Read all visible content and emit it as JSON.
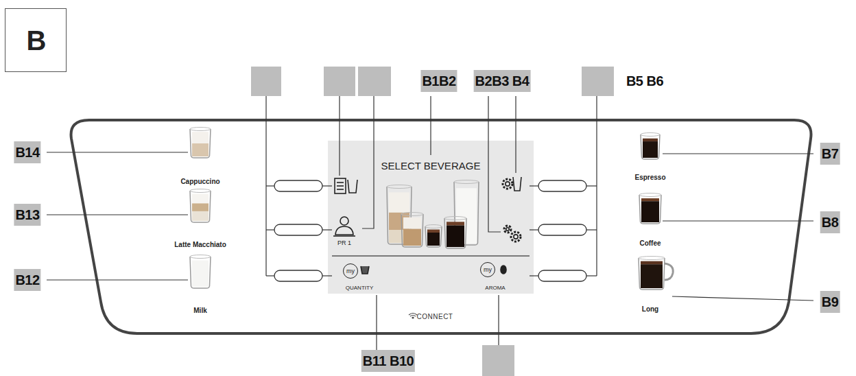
{
  "diagram": {
    "nodes": [
      {
        "text": [
          "B"
        ]
      },
      {
        "text": [
          "SELECT BEVERAGE",
          "PR 1",
          "QUANTITY",
          "AROMA"
        ]
      },
      {
        "text": [
          "my"
        ],
        "in": 1
      },
      {
        "text": [
          "my"
        ],
        "in": 1
      }
    ],
    "labels": [
      "B1B2",
      "B2B3 B4",
      "B5 B6",
      "B14",
      "B13",
      "B12",
      "B7",
      "B8",
      "B9",
      "B11 B10",
      "Cappuccino",
      "Latte Macchiato",
      "Milk",
      "Espresso",
      "Coffee",
      "Long",
      "CONNECT"
    ]
  }
}
